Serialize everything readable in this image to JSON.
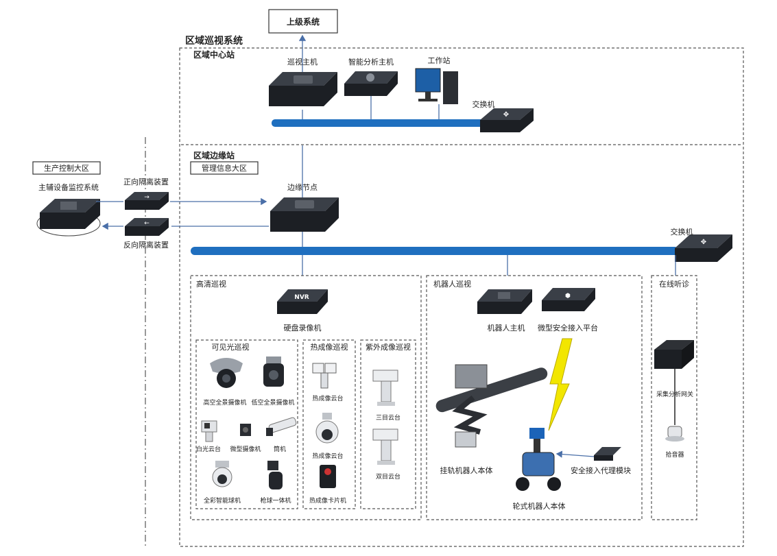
{
  "labels": {
    "upper_system": "上级系统",
    "regional_system": "区域巡视系统",
    "center_station": "区域中心站",
    "inspection_host": "巡视主机",
    "analysis_host": "智能分析主机",
    "workstation": "工作站",
    "switch_center": "交换机",
    "edge_station": "区域边缘站",
    "mgmt_zone": "管理信息大区",
    "prod_zone": "生产控制大区",
    "aux_monitor": "主辅设备监控系统",
    "forward_iso": "正向隔离装置",
    "reverse_iso": "反向隔离装置",
    "edge_node": "边缘节点",
    "switch_edge": "交换机",
    "hd_inspection": "高清巡视",
    "nvr_text": "NVR",
    "nvr_label": "硬盘录像机",
    "visible_light": "可见光巡视",
    "high_pano": "高空全景摄像机",
    "low_pano": "低空全景摄像机",
    "white_ptz": "白光云台",
    "mini_cam": "微型摄像机",
    "bullet": "筒机",
    "color_dome": "全彩智能球机",
    "bullet_dome": "枪球一体机",
    "thermal": "热成像巡视",
    "thermal_ptz1": "热成像云台",
    "thermal_ptz2": "热成像云台",
    "thermal_card": "热成像卡片机",
    "uv": "紫外成像巡视",
    "tri_ptz": "三目云台",
    "dual_ptz": "双目云台",
    "robot": "机器人巡视",
    "robot_host": "机器人主机",
    "micro_access": "微型安全接入平台",
    "rail_robot": "挂轨机器人本体",
    "wheel_robot": "轮式机器人本体",
    "proxy_module": "安全接入代理模块",
    "online_listen": "在线听诊",
    "gateway": "采集分析网关",
    "pickup": "拾音器"
  }
}
